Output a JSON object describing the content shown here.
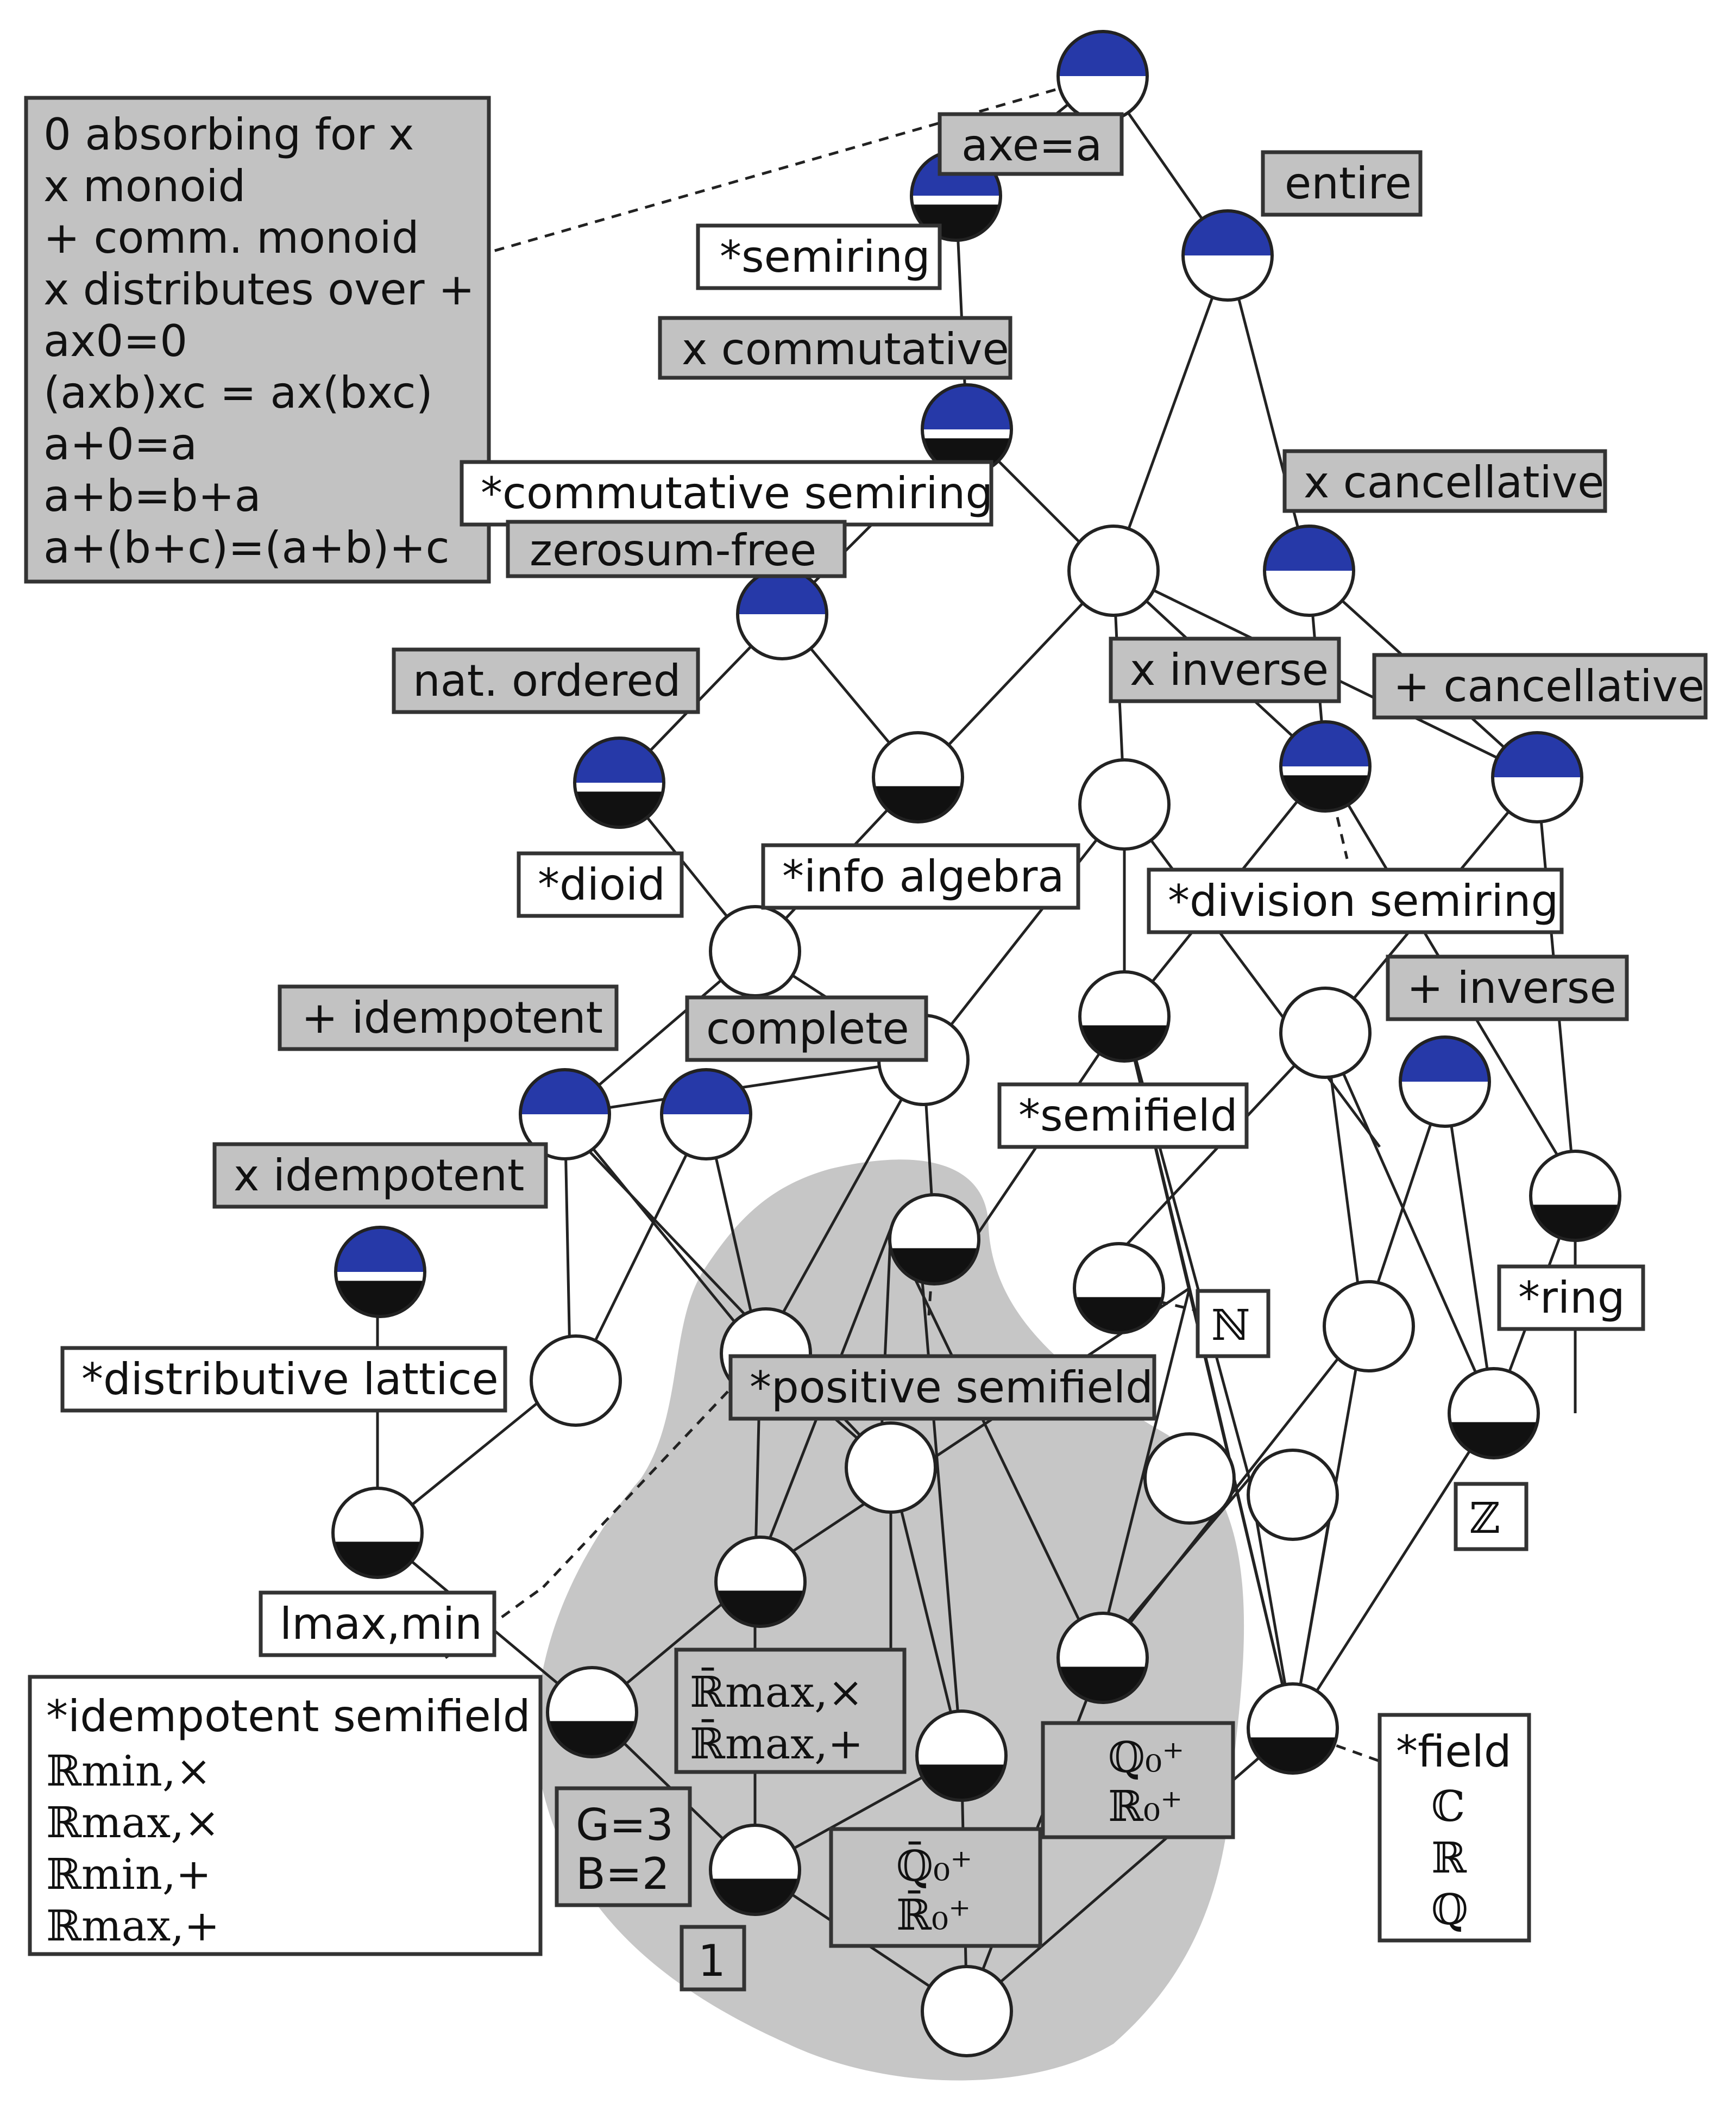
{
  "colors": {
    "blue": "#2639a8",
    "black": "#111111",
    "grey_region": "#c6c6c6",
    "label_grey": "#c2c2c2"
  },
  "axioms": [
    "0 absorbing for x",
    "x monoid",
    "+ comm. monoid",
    "x distributes over +",
    "ax0=0",
    "(axb)xc = ax(bxc)",
    "a+0=a",
    "a+b=b+a",
    "a+(b+c)=(a+b)+c"
  ],
  "labels": {
    "axe_a": "axe=a",
    "entire": "entire",
    "semiring": "*semiring",
    "x_commutative": "x commutative",
    "commutative_semiring": "*commutative semiring",
    "x_cancellative": "x cancellative",
    "zerosum_free": "zerosum-free",
    "nat_ordered": "nat. ordered",
    "x_inverse": "x inverse",
    "plus_cancellative": "+ cancellative",
    "dioid": "*dioid",
    "info_algebra": "*info algebra",
    "division_semiring": "*division semiring",
    "plus_idempotent": "+ idempotent",
    "complete": "complete",
    "plus_inverse": "+ inverse",
    "semifield": "*semifield",
    "x_idempotent": "x idempotent",
    "ring": "*ring",
    "N": "ℕ",
    "distributive_lattice": "*distributive lattice",
    "positive_semifield": "*positive semifield",
    "Z": "ℤ",
    "lmax_min": "lmax,min",
    "one": "1"
  },
  "idempotent_semifield": {
    "title": "*idempotent semifield",
    "items": [
      "ℝmin,×",
      "ℝmax,×",
      "ℝmin,+",
      "ℝmax,+"
    ]
  },
  "rbar_box": [
    "ℝ̄max,×",
    "ℝ̄max,+"
  ],
  "gb_box": [
    "G=3",
    "B=2"
  ],
  "q_box": [
    "ℚ₀⁺",
    "ℝ₀⁺"
  ],
  "qbar_box": [
    "ℚ̄₀⁺",
    "ℝ̄₀⁺"
  ],
  "field": {
    "title": "*field",
    "items": [
      "ℂ",
      "ℝ",
      "ℚ"
    ]
  },
  "nodes": [
    {
      "id": "top",
      "fill": "blue-top"
    },
    {
      "id": "semiring",
      "fill": "blue-top-black-bottom"
    },
    {
      "id": "entire",
      "fill": "blue-top"
    },
    {
      "id": "commsemiring",
      "fill": "blue-top-black-bottom"
    },
    {
      "id": "zerosum",
      "fill": "blue-top"
    },
    {
      "id": "center1",
      "fill": "white"
    },
    {
      "id": "xcancel",
      "fill": "blue-top"
    },
    {
      "id": "dioid",
      "fill": "blue-top-black-bottom"
    },
    {
      "id": "info",
      "fill": "black-bottom"
    },
    {
      "id": "center2",
      "fill": "white"
    },
    {
      "id": "divsemi",
      "fill": "blue-top-black-bottom"
    },
    {
      "id": "pluscancel",
      "fill": "blue-top"
    },
    {
      "id": "mid1",
      "fill": "white"
    },
    {
      "id": "plusidem",
      "fill": "blue-top"
    },
    {
      "id": "complete",
      "fill": "blue-top"
    },
    {
      "id": "mid2",
      "fill": "white"
    },
    {
      "id": "semifield",
      "fill": "black-bottom"
    },
    {
      "id": "mid3",
      "fill": "white"
    },
    {
      "id": "plusinverse",
      "fill": "blue-top"
    },
    {
      "id": "xidem",
      "fill": "blue-top-black-bottom"
    },
    {
      "id": "possemi",
      "fill": "black-bottom"
    },
    {
      "id": "nat",
      "fill": "black-bottom"
    },
    {
      "id": "ring",
      "fill": "black-bottom"
    },
    {
      "id": "mid4",
      "fill": "white"
    },
    {
      "id": "mid5",
      "fill": "white"
    },
    {
      "id": "mid6",
      "fill": "white"
    },
    {
      "id": "mid7",
      "fill": "white"
    },
    {
      "id": "int",
      "fill": "black-bottom"
    },
    {
      "id": "lat",
      "fill": "black-bottom"
    },
    {
      "id": "mid8",
      "fill": "white"
    },
    {
      "id": "mid9",
      "fill": "white"
    },
    {
      "id": "rbar",
      "fill": "black-bottom"
    },
    {
      "id": "q0",
      "fill": "black-bottom"
    },
    {
      "id": "idemsemi",
      "fill": "black-bottom"
    },
    {
      "id": "qbar",
      "fill": "black-bottom"
    },
    {
      "id": "field",
      "fill": "black-bottom"
    },
    {
      "id": "gb",
      "fill": "black-bottom"
    },
    {
      "id": "bottom",
      "fill": "white"
    }
  ]
}
